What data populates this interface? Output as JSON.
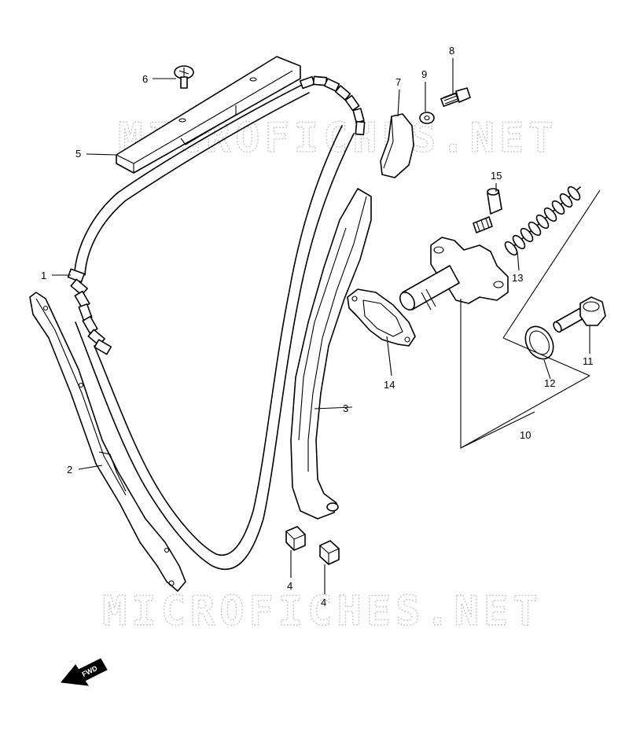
{
  "watermark": {
    "text": "MICROFICHES.NET",
    "color": "#c8c8c8"
  },
  "callouts": [
    {
      "id": "p1",
      "text": "1"
    },
    {
      "id": "p2",
      "text": "2"
    },
    {
      "id": "p3",
      "text": "3"
    },
    {
      "id": "p4a",
      "text": "4"
    },
    {
      "id": "p4b",
      "text": "4"
    },
    {
      "id": "p5",
      "text": "5"
    },
    {
      "id": "p6",
      "text": "6"
    },
    {
      "id": "p7",
      "text": "7"
    },
    {
      "id": "p8",
      "text": "8"
    },
    {
      "id": "p9",
      "text": "9"
    },
    {
      "id": "p10",
      "text": "10"
    },
    {
      "id": "p11",
      "text": "11"
    },
    {
      "id": "p12",
      "text": "12"
    },
    {
      "id": "p13",
      "text": "13"
    },
    {
      "id": "p14",
      "text": "14"
    },
    {
      "id": "p15",
      "text": "15"
    }
  ],
  "direction_arrow": {
    "text": "FWD",
    "icon": "fwd-arrow-icon"
  }
}
